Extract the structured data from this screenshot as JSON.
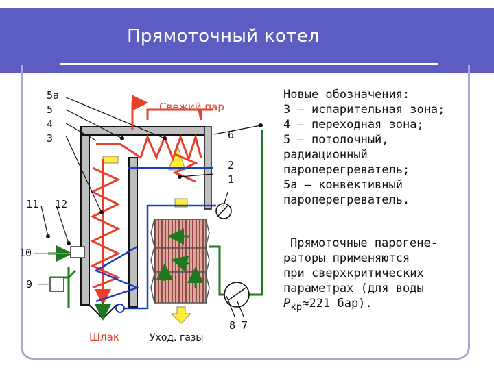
{
  "title": "Прямоточный котел",
  "legend": {
    "heading": "Новые обозначения:",
    "lines": [
      "3 – испарительная зона;",
      "4 – переходная зона;",
      "5 – потолочный,",
      "радиационный",
      "пароперегреватель;",
      "5а – конвективный",
      "пароперегреватель."
    ]
  },
  "note": {
    "lines": [
      "Прямоточные парогене-",
      "раторы применяются",
      "при сверхкритических",
      "параметрах (для воды"
    ],
    "formula_symbol": "P",
    "formula_sub": "кр",
    "formula_rest": "≈221 бар)."
  },
  "diagram": {
    "label_5a": "5а",
    "label_5": "5",
    "label_4": "4",
    "label_3": "3",
    "label_11": "11",
    "label_12": "12",
    "label_10": "10",
    "label_9": "9",
    "label_6": "6",
    "label_2": "2",
    "label_1": "1",
    "label_8_7": "8 7",
    "fresh_steam": "Свежий пар",
    "slag": "Шлак",
    "flue_gas": "Уход. газы"
  },
  "colors": {
    "header": "#5c5cc2",
    "steam": "#e8402a",
    "water": "#1a3fbf",
    "green": "#1f7a1f",
    "yellow": "#ffee33",
    "hatch": "#8b2e2e"
  }
}
